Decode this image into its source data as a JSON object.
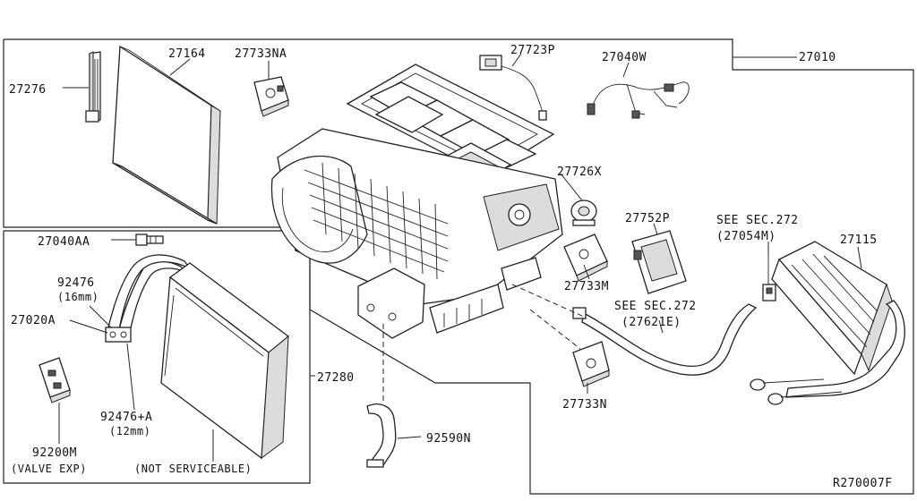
{
  "diagram_id": "R270007F",
  "part_labels": {
    "p27276": "27276",
    "p27164": "27164",
    "p27733NA": "27733NA",
    "p27723P": "27723P",
    "p27040W": "27040W",
    "p27010": "27010",
    "p27726X": "27726X",
    "p27752P": "27752P",
    "p27733M": "27733M",
    "p27115": "27115",
    "p27040AA": "27040AA",
    "p92476_16": "92476",
    "p92476_16_size": "(16mm)",
    "p27020A": "27020A",
    "p92476A": "92476+A",
    "p92476A_size": "(12mm)",
    "p92200M": "92200M",
    "p92200M_note": "(VALVE EXP)",
    "not_serviceable": "(NOT SERVICEABLE)",
    "p27280": "27280",
    "p92590N": "92590N",
    "p27733N": "27733N",
    "see_sec_272_a": "SEE SEC.272",
    "see_27054M": "(27054M)",
    "see_sec_272_b": "SEE SEC.272",
    "see_27621E": "(27621E)"
  }
}
